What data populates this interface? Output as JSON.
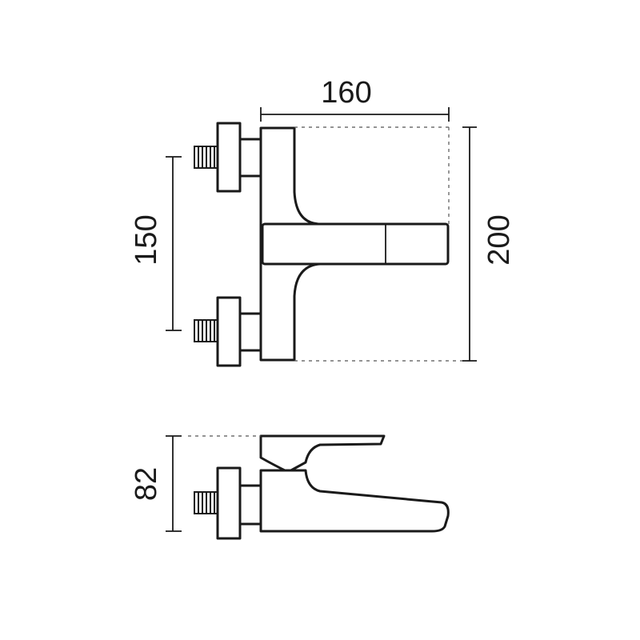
{
  "dimensions": {
    "width": "160",
    "height_inlets": "150",
    "height_total": "200",
    "depth": "82"
  },
  "colors": {
    "line": "#1a1a1a",
    "dashed": "#555555",
    "background": "#ffffff"
  }
}
